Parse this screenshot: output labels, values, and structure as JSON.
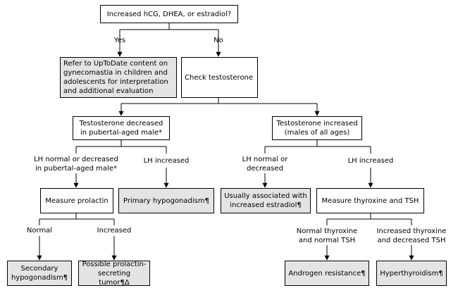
{
  "nodes": {
    "n_root": "Increased hCG, DHEA, or estradiol?",
    "n_refer": "Refer to UpToDate content on gynecomastia in children and adolescents for interpretation and additional evaluation",
    "n_check": "Check testosterone",
    "n_tdec": "Testosterone decreased\nin pubertal-aged male*",
    "n_tinc": "Testosterone increased\n(males of all ages)",
    "n_prolactin": "Measure prolactin",
    "n_primary": "Primary hypogonadism¶",
    "n_estradiol": "Usually associated with increased estradiol¶",
    "n_thyroxine": "Measure thyroxine and TSH",
    "n_secondary": "Secondary\nhypogonadism¶",
    "n_tumor": "Possible prolactin-\nsecreting tumor¶Δ",
    "n_androgen": "Androgen resistance¶",
    "n_hyper": "Hyperthyroidism¶"
  },
  "edge_labels": {
    "yes": "Yes",
    "no": "No",
    "lh_normal_dec_pub": "LH normal or decreased\nin pubertal-aged male*",
    "lh_inc_left": "LH increased",
    "lh_normal_dec": "LH normal or\ndecreased",
    "lh_inc_right": "LH increased",
    "normal": "Normal",
    "increased": "Increased",
    "normal_thy": "Normal thyroxine\nand normal TSH",
    "inc_thy": "Increased thyroxine\nand decreased TSH"
  }
}
